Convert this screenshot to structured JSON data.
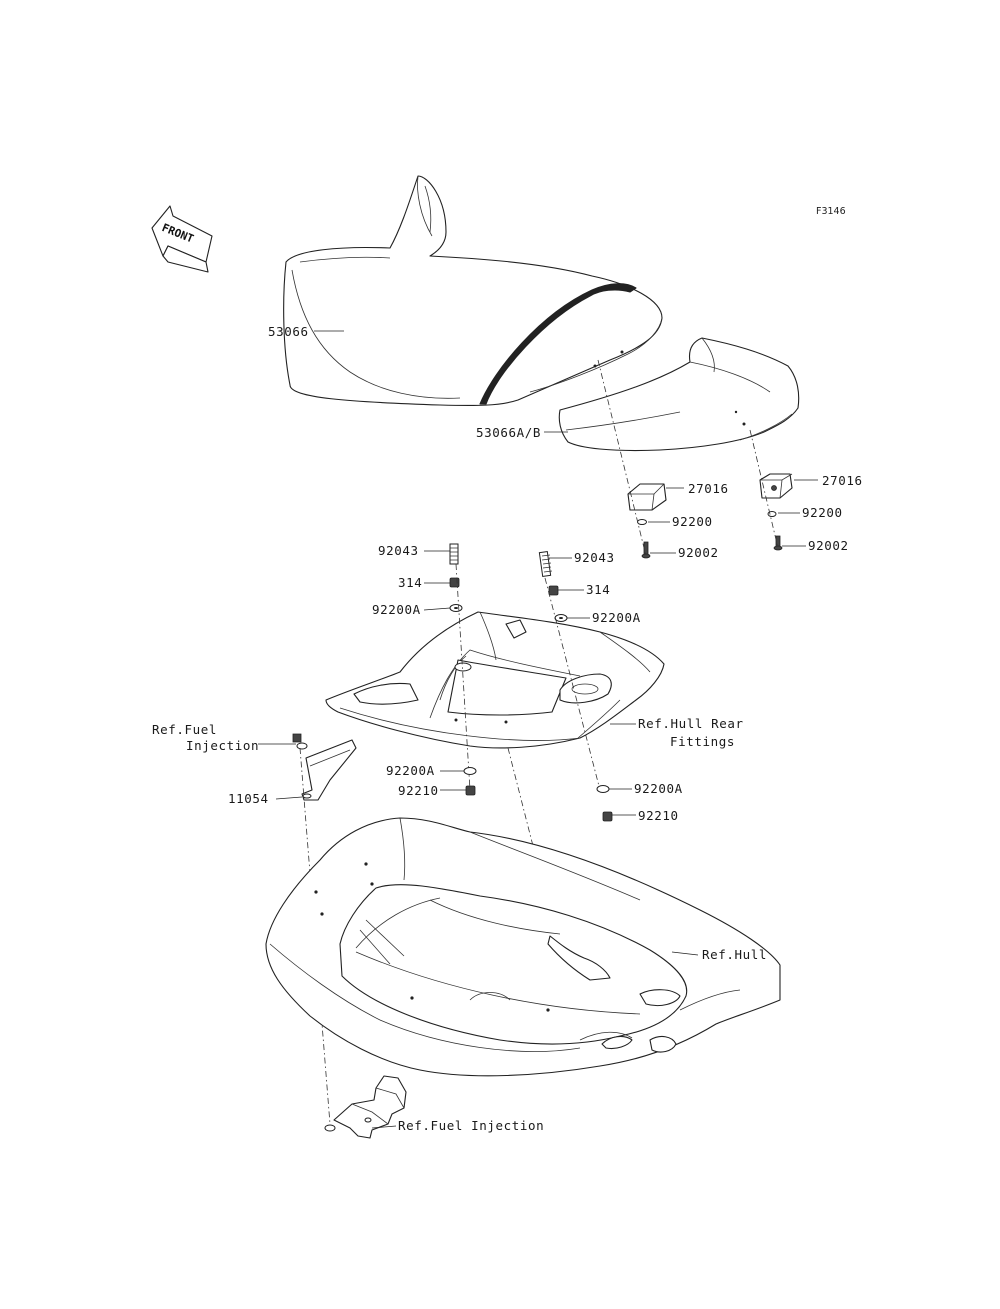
{
  "figure_code": "F3146",
  "front_label": "FRONT",
  "labels": {
    "seat_front": "53066",
    "seat_rear": "53066A/B",
    "hook_right": "27016",
    "hook_left": "27016",
    "washer_right": "92200",
    "washer_left": "92200",
    "bolt_right": "92002",
    "bolt_left": "92002",
    "stud_left": "92043",
    "stud_right": "92043",
    "part314_left": "314",
    "part314_right": "314",
    "washer_a_upper_left": "92200A",
    "washer_a_upper_right": "92200A",
    "hull_rear_fittings_line1": "Ref.Hull Rear",
    "hull_rear_fittings_line2": "Fittings",
    "fuel_injection_top_line1": "Ref.Fuel",
    "fuel_injection_top_line2": "Injection",
    "bracket": "11054",
    "washer_a_lower_left": "92200A",
    "nut_lower_left": "92210",
    "washer_a_lower_right": "92200A",
    "nut_lower_right": "92210",
    "hull": "Ref.Hull",
    "fuel_injection_bottom": "Ref.Fuel Injection"
  }
}
